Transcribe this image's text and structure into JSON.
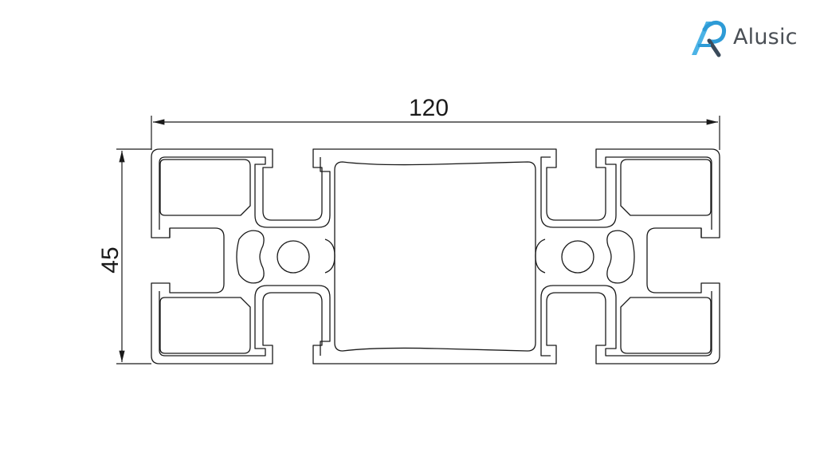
{
  "brand": {
    "name": "Alusic",
    "icon": "alusic-logo-icon",
    "accent": "#2e9bd6",
    "dark": "#3a4a5a"
  },
  "dimensions": {
    "width_label": "120",
    "height_label": "45"
  },
  "colors": {
    "line": "#1a1a1a",
    "background": "#ffffff"
  }
}
